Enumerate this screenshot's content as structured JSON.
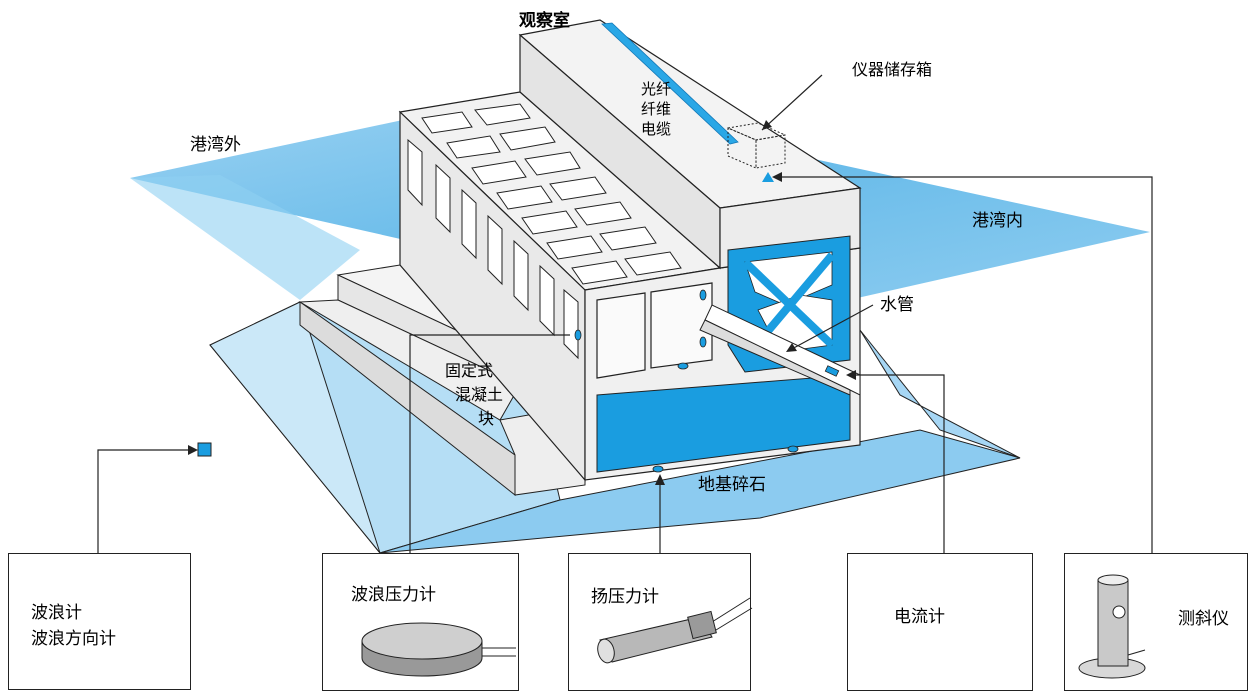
{
  "labels": {
    "observation_room": "观察室",
    "fiber_line1": "光纤",
    "fiber_line2": "纤维",
    "fiber_line3": "电缆",
    "storage_box": "仪器储存箱",
    "harbor_outside": "港湾外",
    "harbor_inside": "港湾内",
    "water_pipe": "水管",
    "concrete_line1": "固定式",
    "concrete_line2": "混凝土",
    "concrete_line3": "块",
    "foundation": "地基碎石"
  },
  "instruments": [
    {
      "line1": "波浪计",
      "line2": "波浪方向计"
    },
    {
      "label": "波浪压力计"
    },
    {
      "label": "扬压力计"
    },
    {
      "label": "电流计"
    },
    {
      "label": "测斜仪"
    }
  ],
  "colors": {
    "water": "#3fa6e0",
    "water_light": "#a8d8f2",
    "structure_blue": "#1a9de0",
    "outline": "#222222"
  }
}
